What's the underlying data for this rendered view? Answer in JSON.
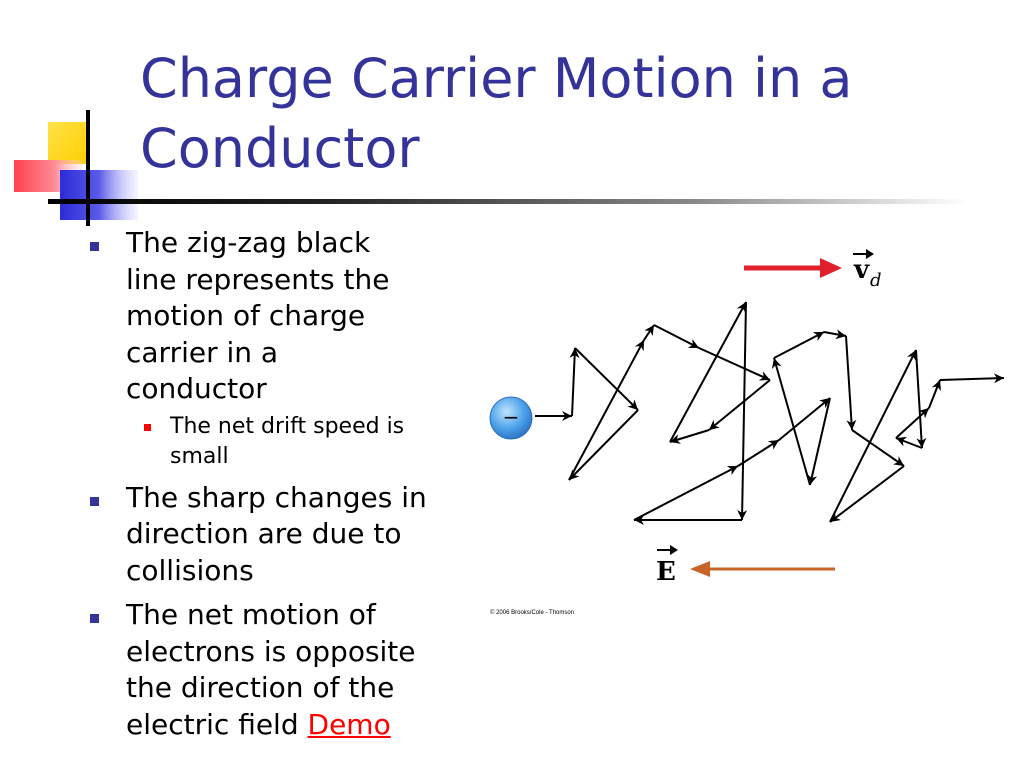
{
  "slide": {
    "title_line1": "Charge Carrier Motion in a",
    "title_line2": "Conductor",
    "colors": {
      "title": "#333399",
      "bullet": "#333399",
      "sub_bullet": "#ff0000",
      "link": "#ff0000"
    }
  },
  "bullets": [
    {
      "lines": [
        "The zig-zag black",
        "line represents the",
        "motion of charge",
        "carrier in a",
        "conductor"
      ],
      "sub": [
        {
          "lines": [
            "The net drift speed is",
            "small"
          ]
        }
      ]
    },
    {
      "lines": [
        "The sharp changes in",
        "direction are due to",
        "collisions"
      ]
    },
    {
      "lines": [
        "The net motion of",
        "electrons is opposite",
        "the direction of the"
      ],
      "last_line": "electric field ",
      "link": "Demo"
    }
  ],
  "diagram": {
    "electron_label": "−",
    "vd_symbol": "v",
    "vd_subscript": "d",
    "e_symbol": "E",
    "credit": "© 2006 Brooks/Cole - Thomson",
    "colors": {
      "vd_arrow": "#e0202c",
      "e_arrow": "#c86428",
      "electron": "#4aa0e8",
      "path": "#000000"
    }
  }
}
